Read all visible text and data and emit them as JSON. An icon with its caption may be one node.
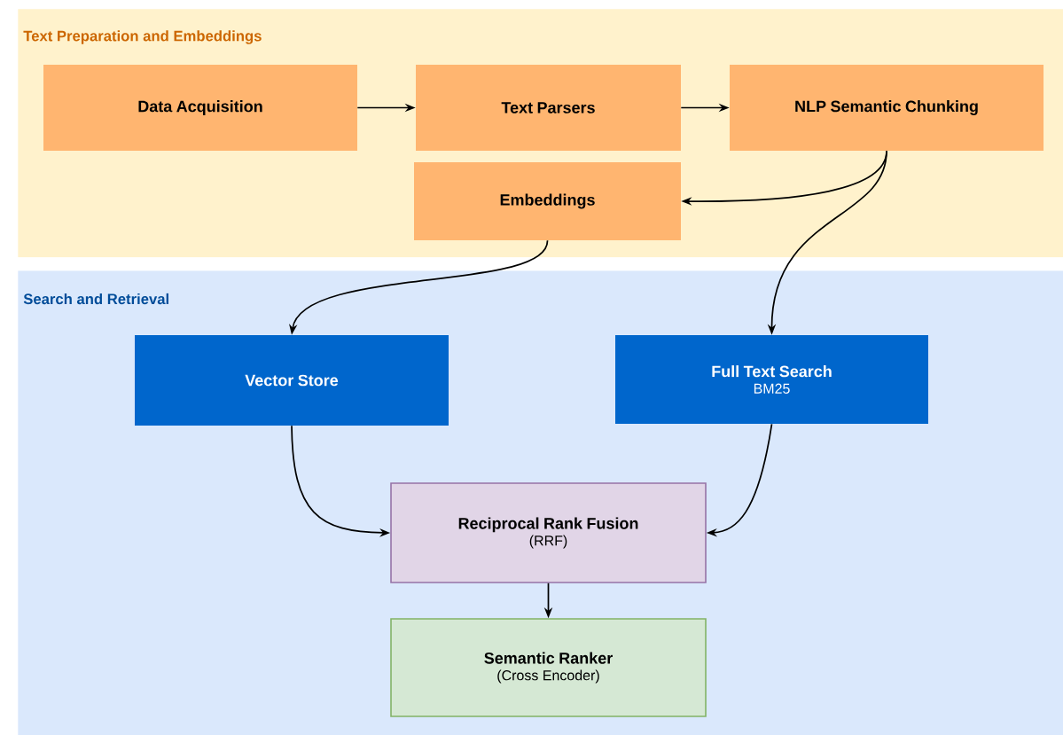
{
  "diagram": {
    "nodes": [
      {
        "text": [
          "Text Preparation and Embeddings"
        ]
      },
      {
        "text": [
          "Data Acquisition"
        ],
        "in": 0
      },
      {
        "text": [
          "Text Parsers"
        ],
        "in": 0
      },
      {
        "text": [
          "NLP Semantic Chunking"
        ],
        "in": 0
      },
      {
        "text": [
          "Embeddings"
        ],
        "in": 0
      },
      {
        "text": [
          "Search and Retrieval"
        ]
      },
      {
        "text": [
          "Vector Store"
        ],
        "in": 5
      },
      {
        "text": [
          "Full Text Search",
          "BM25"
        ],
        "in": 5
      },
      {
        "text": [
          "Reciprocal Rank Fusion",
          "(RRF)"
        ],
        "in": 5
      },
      {
        "text": [
          "Semantic Ranker",
          "(Cross Encoder)"
        ],
        "in": 5
      }
    ],
    "edges": [
      {
        "from": 1,
        "to": 2,
        "arrow": "to"
      },
      {
        "from": 2,
        "to": 3,
        "arrow": "to"
      },
      {
        "from": 3,
        "to": 4,
        "arrow": "to"
      },
      {
        "from": 4,
        "to": 6,
        "arrow": "to"
      },
      {
        "from": 3,
        "to": 7,
        "arrow": "to"
      },
      {
        "from": 6,
        "to": 8,
        "arrow": "to"
      },
      {
        "from": 7,
        "to": 8,
        "arrow": "to"
      },
      {
        "from": 8,
        "to": 9,
        "arrow": "to"
      }
    ]
  }
}
